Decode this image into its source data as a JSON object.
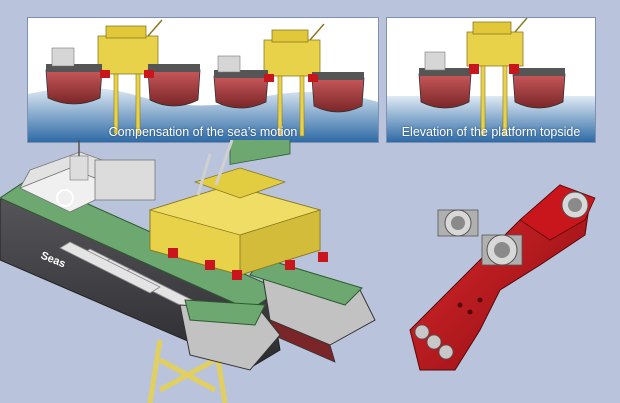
{
  "panels": {
    "left_caption": "Compensation of the sea’s motion",
    "right_caption": "Elevation of the platform topside"
  },
  "ship": {
    "hull_text": "Seas"
  },
  "colors": {
    "background": "#b9c4dc",
    "hull_red": "#b8464a",
    "hull_dark": "#4a4a4e",
    "deck_green": "#6da870",
    "topside_yellow": "#e8d24a",
    "bracket_red": "#c8161c",
    "water_top": "#e4eef6",
    "water_bottom": "#2e6aa6"
  }
}
